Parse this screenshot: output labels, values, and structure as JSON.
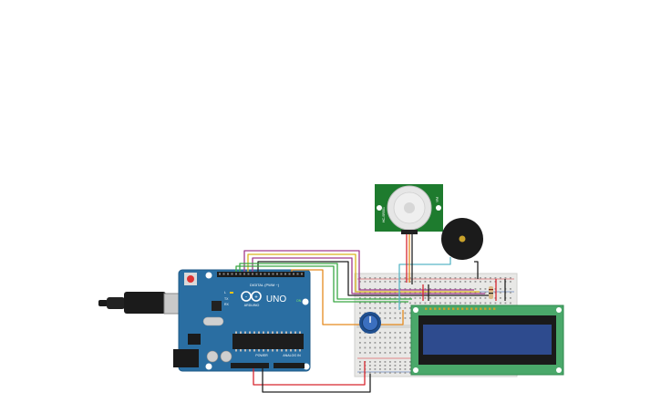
{
  "board": {
    "logo_text": "UNO",
    "brand_text": "ARDUINO",
    "digital_label": "DIGITAL (PWM ~)",
    "power_label": "POWER",
    "analog_label": "ANALOG IN",
    "on_label": "ON",
    "tx_label": "TX",
    "rx_label": "RX",
    "l_label": "L"
  },
  "pir": {
    "label_left": "HC-SR501",
    "label_right": "PIR"
  },
  "colors": {
    "board": "#2a6ea2",
    "breadboard": "#e8e8e6",
    "lcd_pcb": "#4aa86a",
    "lcd_screen": "#2e4b8e",
    "pir_pcb": "#1e7b2e",
    "wire_red": "#d7262f",
    "wire_black": "#222222",
    "wire_green": "#3aa845",
    "wire_orange": "#e58a1f",
    "wire_yellow": "#d9b51f",
    "wire_purple": "#a03a8c",
    "wire_cyan": "#5bb7c7"
  },
  "icons": [
    "usb-cable-icon",
    "potentiometer-icon",
    "buzzer-icon",
    "pir-dome-icon",
    "reset-button-icon",
    "microcontroller-chip-icon"
  ]
}
